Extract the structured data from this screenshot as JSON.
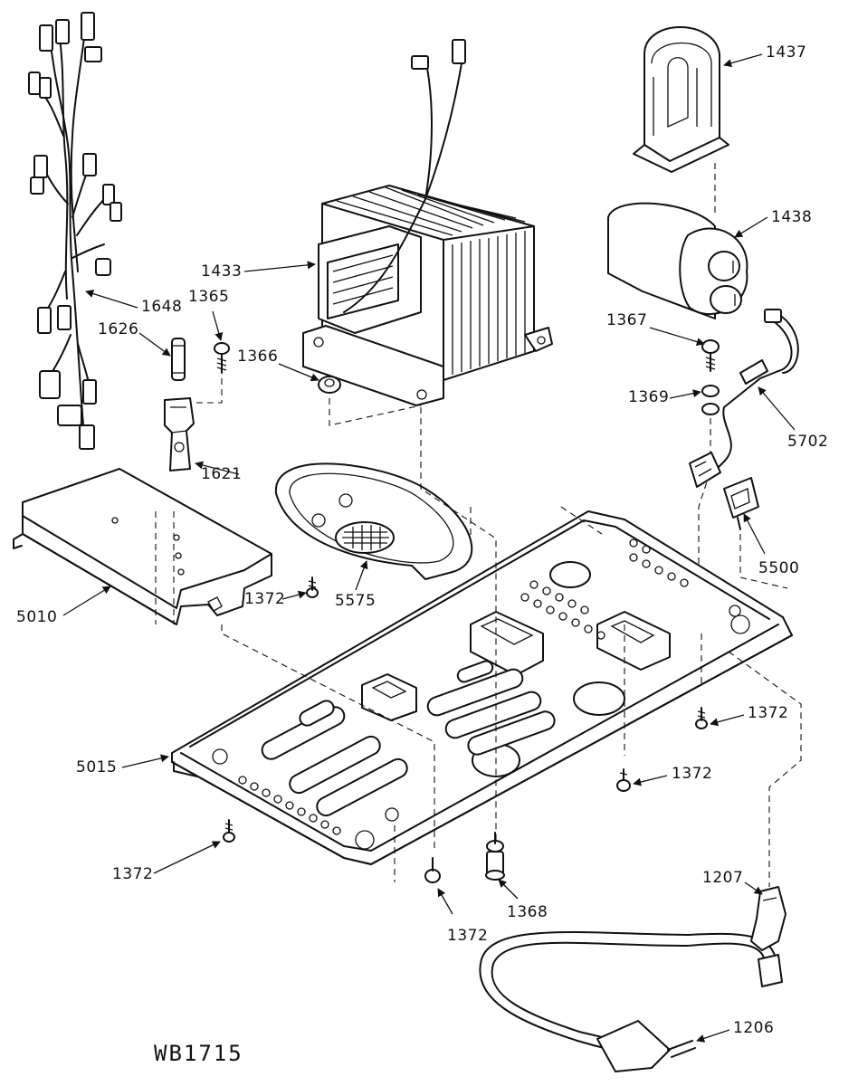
{
  "part_labels": {
    "p1437": "1437",
    "p1438": "1438",
    "p1433": "1433",
    "p1648": "1648",
    "p1365": "1365",
    "p1626": "1626",
    "p1366": "1366",
    "p1367": "1367",
    "p1369": "1369",
    "p5702": "5702",
    "p1621": "1621",
    "p5500": "5500",
    "p5010": "5010",
    "p1372_a": "1372",
    "p5575": "5575",
    "p1372_b": "1372",
    "p1372_c": "1372",
    "p5015": "5015",
    "p1372_d": "1372",
    "p1207": "1207",
    "p1372_e": "1372",
    "p1368": "1368",
    "p1206": "1206"
  },
  "diagram_code": "WB1715"
}
